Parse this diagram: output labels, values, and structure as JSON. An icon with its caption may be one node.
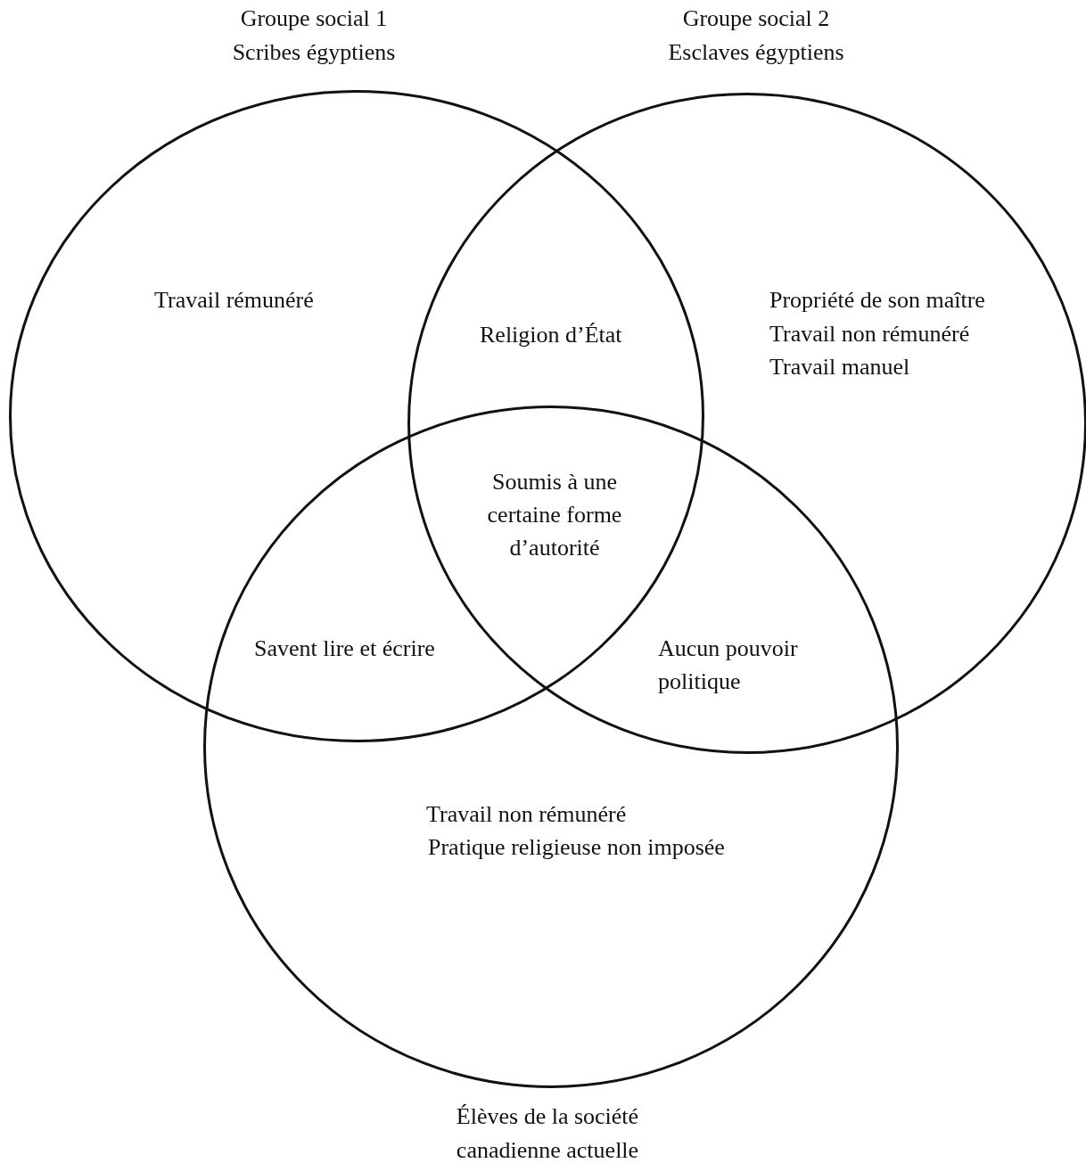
{
  "diagram": {
    "nodes": [
      {
        "text": [
          "Groupe social 1",
          "Scribes égyptiens"
        ]
      },
      {
        "text": [
          "Groupe social 2",
          "Esclaves égyptiens"
        ]
      },
      {
        "text": [
          "Élèves de la société canadienne actuelle"
        ]
      }
    ],
    "labels": [
      "Travail rémunéré",
      "Religion d’État",
      "Propriété de son maître",
      "Travail non rémunéré",
      "Travail manuel",
      "Soumis à une certaine forme d’autorité",
      "Savent lire et écrire",
      "Aucun pouvoir politique",
      "Travail non rémunéré",
      "Pratique religieuse non imposée"
    ]
  }
}
